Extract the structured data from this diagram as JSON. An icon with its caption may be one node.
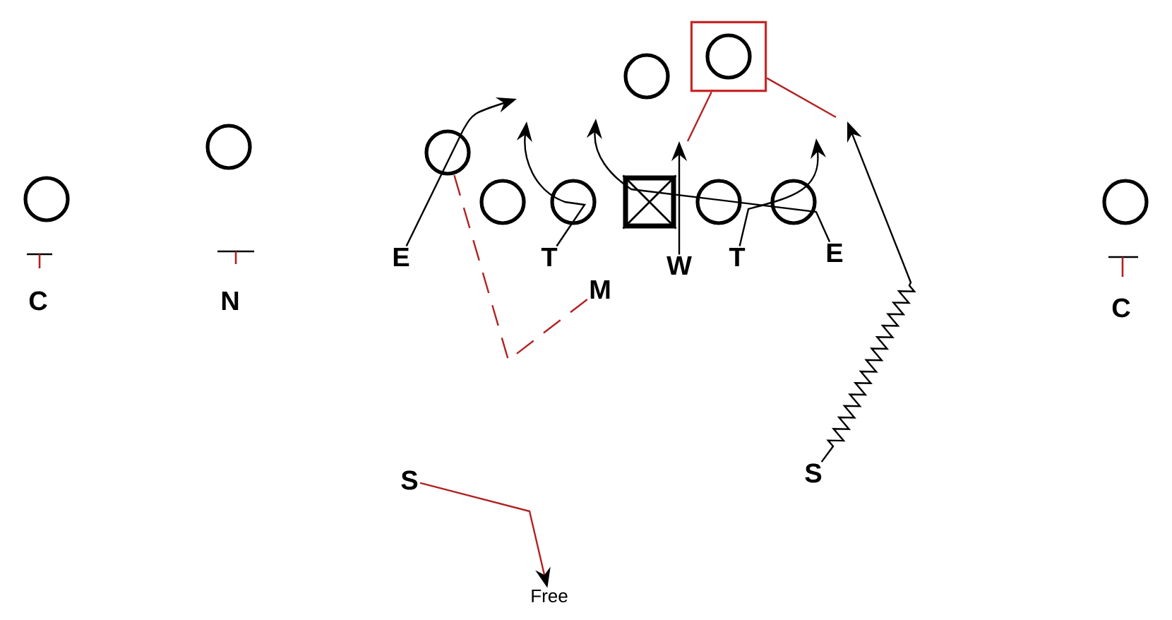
{
  "diagram": {
    "nodes": [
      {
        "text": [],
        "shape": "circle"
      },
      {
        "text": [],
        "shape": "circle"
      },
      {
        "text": [],
        "shape": "circle"
      },
      {
        "text": [],
        "shape": "circle"
      },
      {
        "text": [],
        "shape": "circle"
      },
      {
        "text": [],
        "shape": "box"
      },
      {
        "text": [],
        "shape": "circle"
      },
      {
        "text": [],
        "shape": "circle"
      },
      {
        "text": [],
        "shape": "box"
      },
      {
        "text": [],
        "shape": "circle",
        "in": 8
      },
      {
        "text": [],
        "shape": "circle"
      },
      {
        "text": [],
        "shape": "circle"
      },
      {
        "text": [
          "E"
        ]
      },
      {
        "text": [
          "T"
        ]
      },
      {
        "text": [
          "W"
        ]
      },
      {
        "text": [
          "T"
        ]
      },
      {
        "text": [
          "E"
        ]
      },
      {
        "text": [
          "M"
        ]
      },
      {
        "text": [
          "S"
        ]
      },
      {
        "text": [
          "S"
        ]
      },
      {
        "text": [
          "Free"
        ]
      }
    ],
    "edges": [
      {
        "from": 12,
        "to": null,
        "arrow": "to"
      },
      {
        "from": 17,
        "to": 2,
        "arrow": "none",
        "style": "dashed",
        "color": "#b22222"
      },
      {
        "from": 13,
        "to": null,
        "arrow": "to"
      },
      {
        "from": 16,
        "to": null,
        "arrow": "to"
      },
      {
        "from": 15,
        "to": null,
        "arrow": "to"
      },
      {
        "from": 14,
        "to": null,
        "arrow": "to"
      },
      {
        "from": 8,
        "to": null,
        "arrow": "none",
        "color": "#b22222"
      },
      {
        "from": 8,
        "to": null,
        "arrow": "none",
        "color": "#b22222"
      },
      {
        "from": 19,
        "to": null,
        "arrow": "to"
      },
      {
        "from": 18,
        "to": 20,
        "arrow": "to",
        "color": "#b22222"
      }
    ],
    "labels": [
      "C",
      "N",
      "C"
    ]
  }
}
